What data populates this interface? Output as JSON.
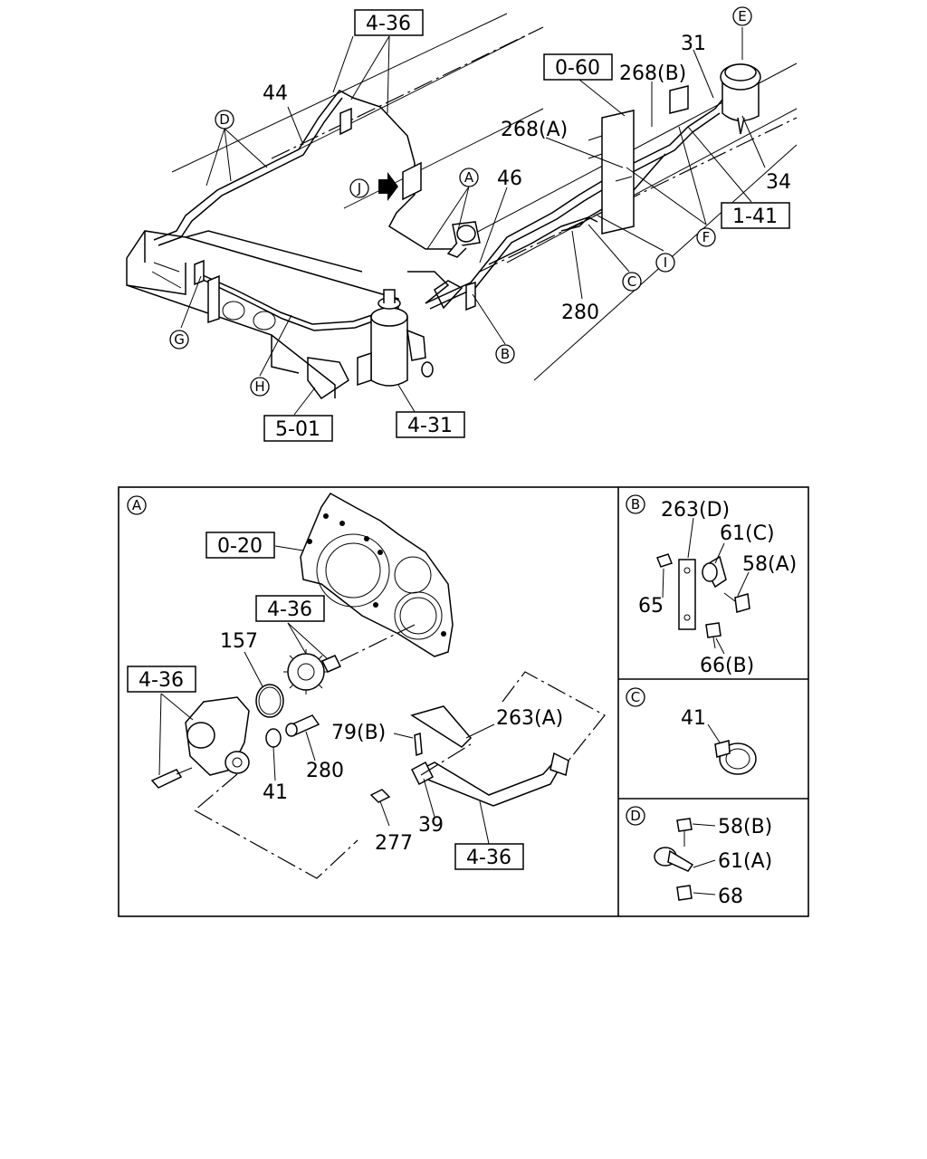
{
  "top": {
    "refs": {
      "r436": "4-36",
      "r060": "0-60",
      "r141": "1-41",
      "r501": "5-01",
      "r431": "4-31"
    },
    "parts": {
      "p44": "44",
      "p31": "31",
      "p268b": "268(B)",
      "p268a": "268(A)",
      "p46": "46",
      "p34": "34",
      "p280": "280"
    },
    "callouts": {
      "D": "D",
      "J": "J",
      "A": "A",
      "E": "E",
      "F": "F",
      "I": "I",
      "C": "C",
      "G": "G",
      "H": "H",
      "B": "B"
    }
  },
  "panelA": {
    "letter": "A",
    "refs": {
      "r020": "0-20",
      "r436a": "4-36",
      "r436b": "4-36",
      "r436c": "4-36"
    },
    "parts": {
      "p157": "157",
      "p79b": "79(B)",
      "p263a": "263(A)",
      "p280": "280",
      "p41": "41",
      "p39": "39",
      "p277": "277"
    }
  },
  "panelB": {
    "letter": "B",
    "parts": {
      "p263d": "263(D)",
      "p61c": "61(C)",
      "p58a": "58(A)",
      "p65": "65",
      "p66b": "66(B)"
    }
  },
  "panelC": {
    "letter": "C",
    "parts": {
      "p41": "41"
    }
  },
  "panelD": {
    "letter": "D",
    "parts": {
      "p58b": "58(B)",
      "p61a": "61(A)",
      "p68": "68"
    }
  }
}
